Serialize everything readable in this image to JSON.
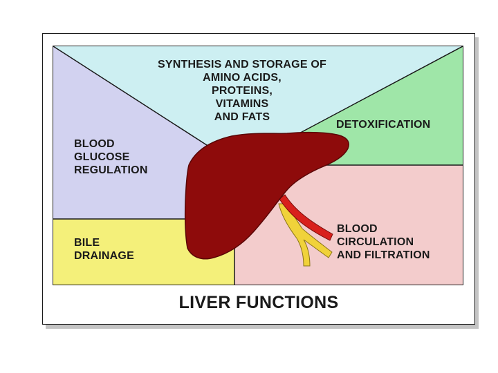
{
  "title": "LIVER FUNCTIONS",
  "panels": {
    "synthesis": {
      "lines": [
        "SYNTHESIS AND STORAGE OF",
        "AMINO ACIDS,",
        "PROTEINS,",
        "VITAMINS",
        "AND FATS"
      ],
      "color": "#cdeff2"
    },
    "detoxification": {
      "lines": [
        "DETOXIFICATION"
      ],
      "color": "#9fe6a8"
    },
    "glucose": {
      "lines": [
        "BLOOD",
        "GLUCOSE",
        "REGULATION"
      ],
      "color": "#d2d2f0"
    },
    "bile": {
      "lines": [
        "BILE",
        "DRAINAGE"
      ],
      "color": "#f4f07a"
    },
    "circulation": {
      "lines": [
        "BLOOD",
        "CIRCULATION",
        "AND FILTRATION"
      ],
      "color": "#f3cccc"
    }
  },
  "organ_colors": {
    "liver": "#8e0b0b",
    "artery": "#d8201c",
    "bile_duct": "#f0d23a"
  }
}
